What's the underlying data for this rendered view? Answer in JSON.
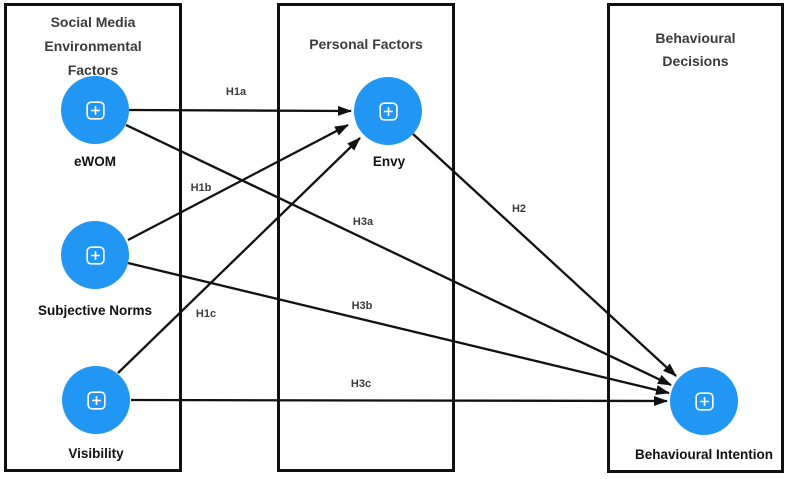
{
  "diagram": {
    "groups": [
      {
        "title_lines": [
          "Social Media",
          "Environmental",
          "Factors"
        ]
      },
      {
        "title_lines": [
          "Personal Factors"
        ]
      },
      {
        "title_lines": [
          "Behavioural",
          "Decisions"
        ]
      }
    ],
    "nodes": [
      {
        "id": "ewom",
        "label": "eWOM",
        "icon": "plus-in-rounded-square-icon"
      },
      {
        "id": "subjective-norms",
        "label": "Subjective Norms",
        "icon": "plus-in-rounded-square-icon"
      },
      {
        "id": "visibility",
        "label": "Visibility",
        "icon": "plus-in-rounded-square-icon"
      },
      {
        "id": "envy",
        "label": "Envy",
        "icon": "plus-in-rounded-square-icon"
      },
      {
        "id": "behavioural-intention",
        "label": "Behavioural Intention",
        "icon": "plus-in-rounded-square-icon"
      }
    ],
    "edges": [
      {
        "label": "H1a",
        "from": "eWOM",
        "to": "Envy"
      },
      {
        "label": "H1b",
        "from": "Subjective Norms",
        "to": "Envy"
      },
      {
        "label": "H1c",
        "from": "Visibility",
        "to": "Envy"
      },
      {
        "label": "H2",
        "from": "Envy",
        "to": "Behavioural Intention"
      },
      {
        "label": "H3a",
        "from": "eWOM",
        "to": "Behavioural Intention"
      },
      {
        "label": "H3b",
        "from": "Subjective Norms",
        "to": "Behavioural Intention"
      },
      {
        "label": "H3c",
        "from": "Visibility",
        "to": "Behavioural Intention"
      }
    ],
    "colors": {
      "node_fill": "#2196F3",
      "edge_line": "#111111",
      "box_border": "#111111",
      "group_title_text": "#3B3B3B",
      "node_label_text": "#111111",
      "edge_label_text": "#3B3B3B",
      "background": "#FFFFFF"
    }
  }
}
